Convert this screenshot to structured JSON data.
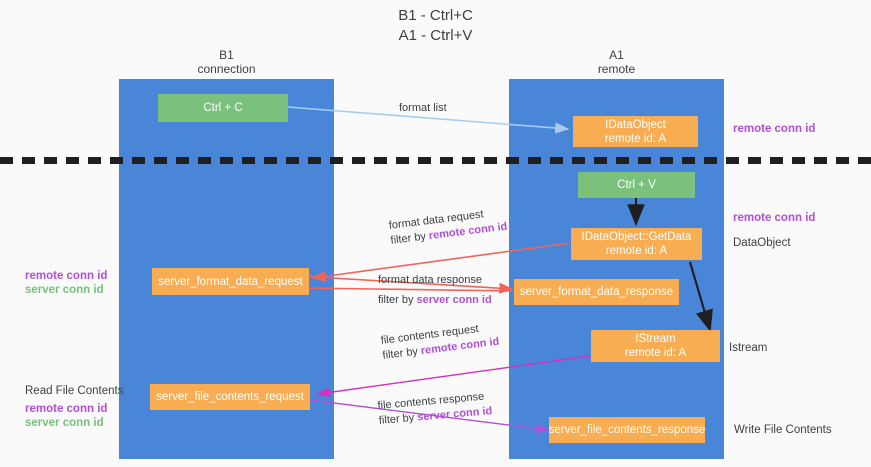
{
  "title": "B1 - Ctrl+C\nA1 - Ctrl+V",
  "columns": [
    {
      "name": "b1",
      "label": "B1\nconnection"
    },
    {
      "name": "a1",
      "label": "A1\nremote"
    }
  ],
  "colors": {
    "lane": "#4a86d8",
    "box_orange": "#f8ad52",
    "box_green": "#7bc07d",
    "accent_purple": "#b14fd8",
    "accent_green": "#79c07a",
    "arrow_blue": "#a5cdf0",
    "arrow_red": "#f1645c",
    "arrow_magenta": "#d42fbe",
    "arrow_purple": "#b14fd8",
    "arrow_black": "#1f1f1f",
    "background": "#fafafa"
  },
  "nodes": {
    "ctrl_c": "Ctrl + C",
    "ctrl_v": "Ctrl + V",
    "idataobject_remote": "IDataObject\nremote id: A",
    "idataobject_getdata": "IDataObject::GetData\nremote id: A",
    "istream_remote": "IStream\nremote id: A",
    "server_format_data_request": "server_format_data_request",
    "server_format_data_response": "server_format_data_response",
    "server_file_contents_request": "server_file_contents_request",
    "server_file_contents_response": "server_file_contents_response"
  },
  "edges": {
    "format_list": "format list",
    "format_data_request": "format data request",
    "format_data_request_filter_prefix": "filter by ",
    "format_data_request_filter_key": "remote conn id",
    "format_data_response": "format data response",
    "format_data_response_filter_prefix": "filter by ",
    "format_data_response_filter_key": "server conn id",
    "file_contents_request": "file contents request",
    "file_contents_request_filter_prefix": "filter by ",
    "file_contents_request_filter_key": "remote conn id",
    "file_contents_response": "file contents response",
    "file_contents_response_filter_prefix": "filter by ",
    "file_contents_response_filter_key": "server conn id"
  },
  "annotations": {
    "right_remote_conn_id_top": "remote conn id",
    "right_remote_conn_id_mid": "remote conn id",
    "right_dataobject": "DataObject",
    "right_istream": "Istream",
    "right_write_file_contents": "Write File Contents",
    "left_remote_conn_id": "remote conn id",
    "left_server_conn_id": "server conn id",
    "left_read_file_contents": "Read File Contents",
    "left_remote_conn_id_2": "remote conn id",
    "left_server_conn_id_2": "server conn id"
  }
}
